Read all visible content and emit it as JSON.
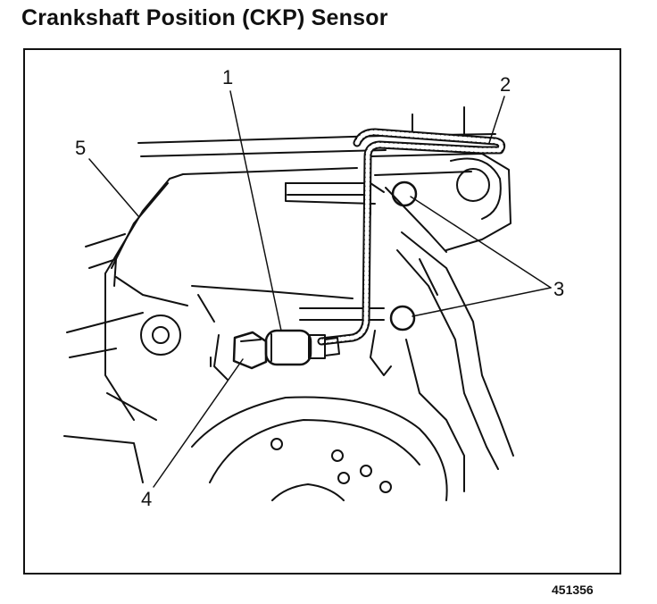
{
  "title": "Crankshaft Position (CKP) Sensor",
  "callouts": [
    "1",
    "2",
    "3",
    "4",
    "5"
  ],
  "figure_number": "451356",
  "ink_color": "#111111"
}
